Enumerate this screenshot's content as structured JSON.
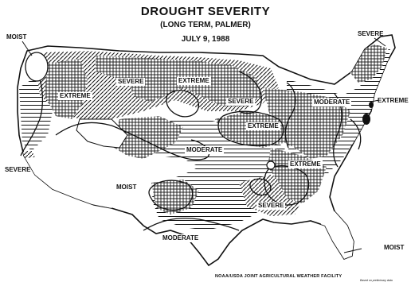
{
  "header": {
    "title": "DROUGHT SEVERITY",
    "subtitle": "(LONG TERM, PALMER)",
    "date": "JULY 9, 1988"
  },
  "regions": {
    "moist_nw": "MOIST",
    "severe_north": "SEVERE",
    "extreme_north": "EXTREME",
    "extreme_nw": "EXTREME",
    "severe_northeast": "SEVERE",
    "moderate_east": "MODERATE",
    "extreme_east": "EXTREME",
    "severe_central": "SEVERE",
    "extreme_central": "EXTREME",
    "moderate_central": "MODERATE",
    "extreme_southeast": "EXTREME",
    "severe_west": "SEVERE",
    "moist_southwest": "MOIST",
    "severe_south": "SEVERE",
    "moderate_south": "MODERATE",
    "moist_florida": "MOIST"
  },
  "footer": {
    "credit": "NOAA/USDA JOINT AGRICULTURAL WEATHER FACILITY",
    "fine_print": "Based on preliminary data"
  },
  "colors": {
    "ink": "#111111",
    "paper": "#ffffff"
  }
}
